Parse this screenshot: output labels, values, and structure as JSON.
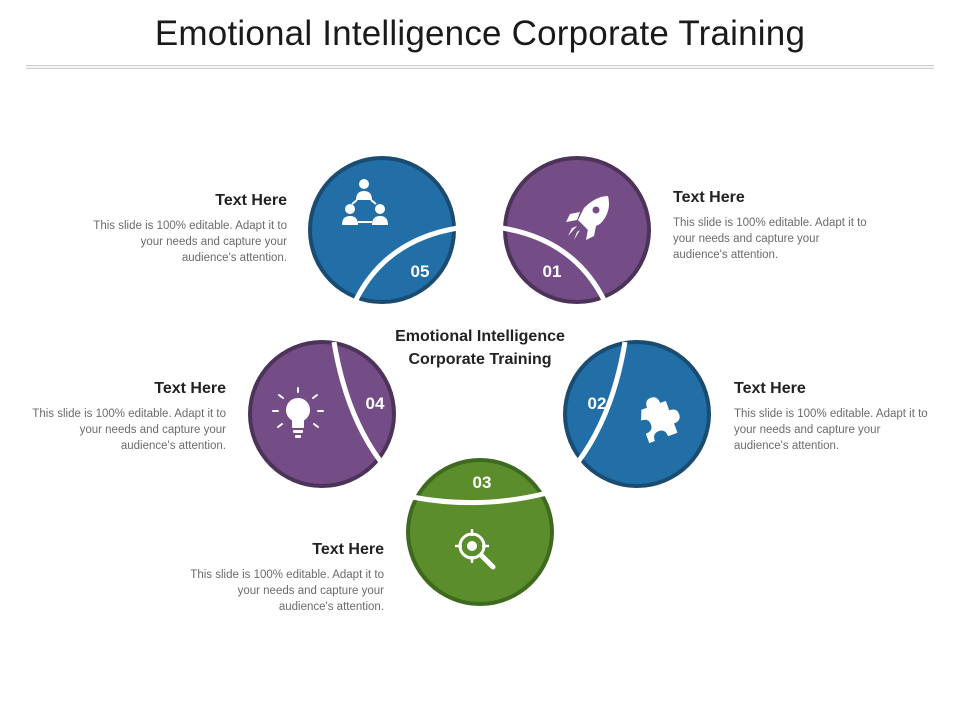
{
  "slide": {
    "title": "Emotional Intelligence Corporate Training",
    "center_line1": "Emotional Intelligence",
    "center_line2": "Corporate Training"
  },
  "colors": {
    "blue": "#226ea6",
    "blue_dark": "#1a4c72",
    "purple": "#744d86",
    "purple_dark": "#4d3359",
    "green": "#5b8d2d",
    "green_dark": "#3d6a1f"
  },
  "steps": [
    {
      "number": "01",
      "icon": "rocket-icon",
      "color": "purple",
      "title": "Text Here",
      "body": "This slide is 100% editable. Adapt it to your needs and capture your audience's attention."
    },
    {
      "number": "02",
      "icon": "puzzle-icon",
      "color": "blue",
      "title": "Text Here",
      "body": "This slide is 100% editable. Adapt it to your needs and capture your audience's attention."
    },
    {
      "number": "03",
      "icon": "target-search-icon",
      "color": "green",
      "title": "Text Here",
      "body": "This slide is 100% editable. Adapt it to your needs and capture your audience's attention."
    },
    {
      "number": "04",
      "icon": "lightbulb-icon",
      "color": "purple",
      "title": "Text Here",
      "body": "This slide is 100% editable. Adapt it to your needs and capture your audience's attention."
    },
    {
      "number": "05",
      "icon": "team-icon",
      "color": "blue",
      "title": "Text Here",
      "body": "This slide is 100% editable. Adapt it to your needs and capture your audience's attention."
    }
  ]
}
